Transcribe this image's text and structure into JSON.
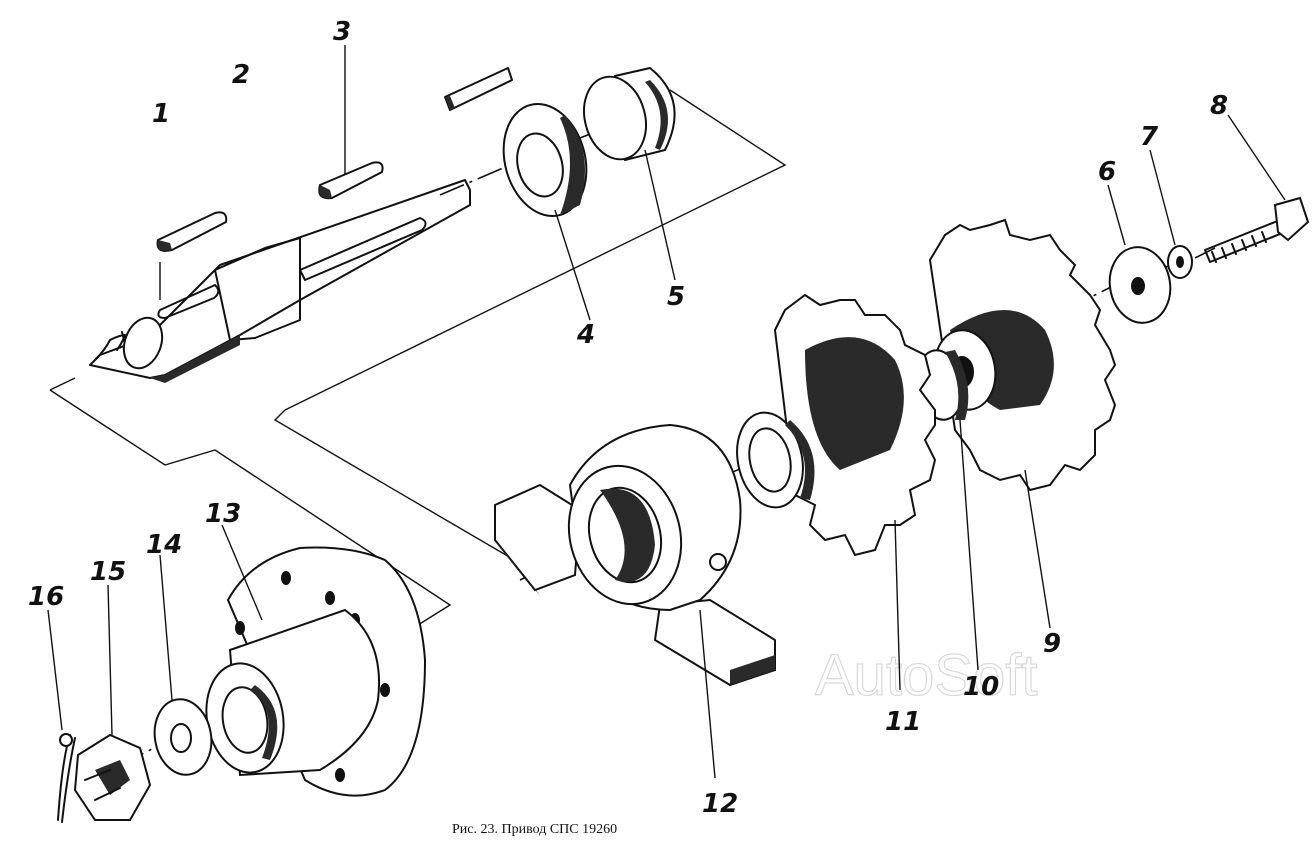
{
  "figure": {
    "caption": "Рис. 23. Привод СПС 19260",
    "watermark": "AutoSoft",
    "callouts": [
      "1",
      "2",
      "3",
      "4",
      "5",
      "6",
      "7",
      "8",
      "9",
      "10",
      "11",
      "12",
      "13",
      "14",
      "15",
      "16"
    ]
  }
}
